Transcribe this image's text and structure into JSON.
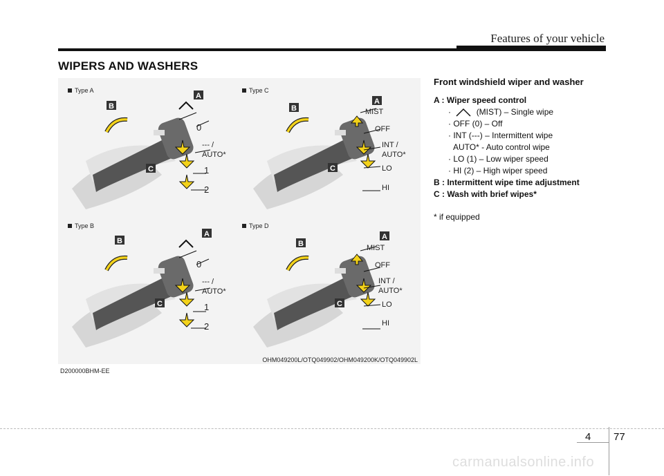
{
  "header": {
    "title": "Features of your vehicle"
  },
  "section_title": "WIPERS AND WASHERS",
  "figure": {
    "code_left": "D200000BHM-EE",
    "code_right": "OHM049200L/OTQ049902/OHM049200K/OTQ049902L",
    "panels": [
      {
        "type_label": "Type A",
        "badges": {
          "a": "A",
          "b": "B",
          "c": "C"
        },
        "positions": [
          "0",
          "--- /",
          "AUTO*",
          "1",
          "2"
        ]
      },
      {
        "type_label": "Type C",
        "badges": {
          "a": "A",
          "b": "B",
          "c": "C"
        },
        "positions": [
          "MIST",
          "OFF",
          "INT /",
          "AUTO*",
          "LO",
          "HI"
        ]
      },
      {
        "type_label": "Type B",
        "badges": {
          "a": "A",
          "b": "B",
          "c": "C"
        },
        "positions": [
          "0",
          "--- /",
          "AUTO*",
          "1",
          "2"
        ]
      },
      {
        "type_label": "Type D",
        "badges": {
          "a": "A",
          "b": "B",
          "c": "C"
        },
        "positions": [
          "MIST",
          "OFF",
          "INT /",
          "AUTO*",
          "LO",
          "HI"
        ]
      }
    ]
  },
  "description": {
    "title": "Front windshield wiper and washer",
    "a_label": "A : Wiper speed control",
    "a_items": [
      "(MIST) – Single wipe",
      "OFF (0) – Off",
      "INT (---) – Intermittent wipe",
      "AUTO* - Auto control wipe",
      "LO (1) – Low wiper speed",
      "HI (2) – High wiper speed"
    ],
    "b_label": "B : Intermittent wipe time adjustment",
    "c_label": "C : Wash with brief wipes*",
    "footnote": "* if equipped"
  },
  "page": {
    "section": "4",
    "number": "77"
  },
  "watermark": "carmanualsonline.info"
}
